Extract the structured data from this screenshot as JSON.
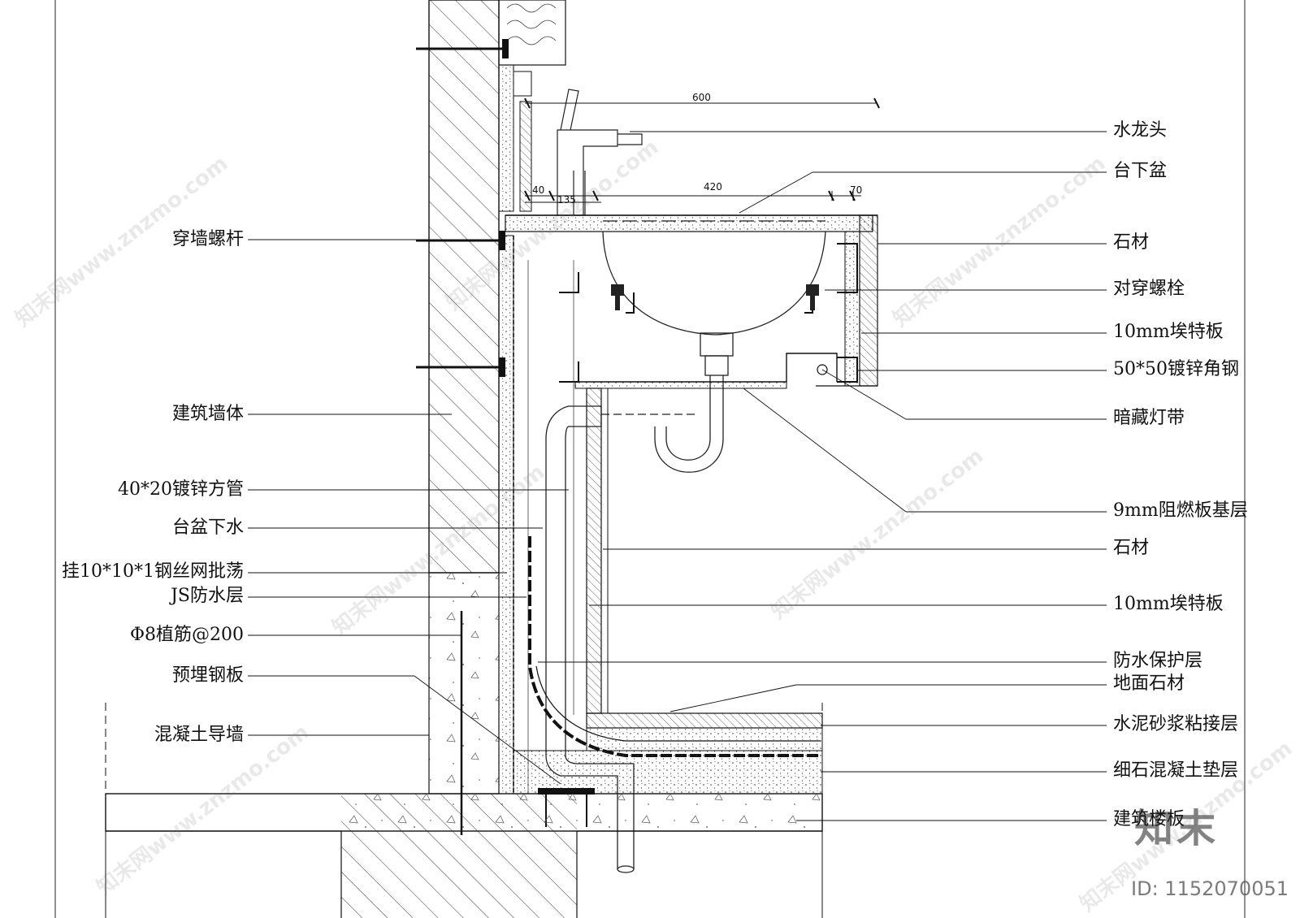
{
  "labels_left": [
    {
      "id": "through_wall_rod",
      "text": "穿墙螺杆"
    },
    {
      "id": "building_wall",
      "text": "建筑墙体"
    },
    {
      "id": "square_tube",
      "text": "40*20镀锌方管"
    },
    {
      "id": "basin_drain",
      "text": "台盆下水"
    },
    {
      "id": "wire_mesh",
      "text": "挂10*10*1钢丝网批荡"
    },
    {
      "id": "js_waterproof",
      "text": "JS防水层"
    },
    {
      "id": "rebar",
      "text": "Φ8植筋@200"
    },
    {
      "id": "embedded_plate",
      "text": "预埋钢板"
    },
    {
      "id": "concrete_guide_wall",
      "text": "混凝土导墙"
    }
  ],
  "labels_right": [
    {
      "id": "faucet",
      "text": "水龙头"
    },
    {
      "id": "undermount_basin",
      "text": "台下盆"
    },
    {
      "id": "stone_top",
      "text": "石材"
    },
    {
      "id": "through_bolt",
      "text": "对穿螺栓"
    },
    {
      "id": "board_top",
      "text": "10mm埃特板"
    },
    {
      "id": "angle_steel",
      "text": "50*50镀锌角钢"
    },
    {
      "id": "hidden_light",
      "text": "暗藏灯带"
    },
    {
      "id": "fire_board",
      "text": "9mm阻燃板基层"
    },
    {
      "id": "stone_side",
      "text": "石材"
    },
    {
      "id": "board_side",
      "text": "10mm埃特板"
    },
    {
      "id": "wp_protect",
      "text": "防水保护层"
    },
    {
      "id": "floor_stone",
      "text": "地面石材"
    },
    {
      "id": "mortar",
      "text": "水泥砂浆粘接层"
    },
    {
      "id": "fine_concrete",
      "text": "细石混凝土垫层"
    },
    {
      "id": "floor_slab",
      "text": "建筑楼板"
    }
  ],
  "dimensions": {
    "d600": "600",
    "d420": "420",
    "d70": "70",
    "d40": "40",
    "d135": "135"
  },
  "watermark": {
    "site": "知末网www.znzmo.com",
    "brand": "知末",
    "id": "ID: 1152070051"
  }
}
